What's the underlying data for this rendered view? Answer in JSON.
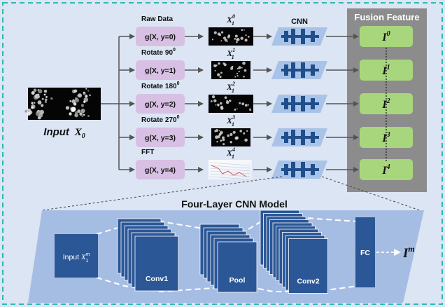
{
  "input": {
    "label_prefix": "Input",
    "symbol": "X",
    "subscript": "0"
  },
  "transforms": [
    {
      "caption": "Raw Data",
      "caption_sup": "",
      "func": "g(X, y=0)",
      "x_super": "0",
      "feature_super": "0"
    },
    {
      "caption": "Rotate 90",
      "caption_sup": "0",
      "func": "g(X, y=1)",
      "x_super": "1",
      "feature_super": "1"
    },
    {
      "caption": "Rotate 180",
      "caption_sup": "0",
      "func": "g(X, y=2)",
      "x_super": "2",
      "feature_super": "2"
    },
    {
      "caption": "Rotate 270",
      "caption_sup": "0",
      "func": "g(X, y=3)",
      "x_super": "3",
      "feature_super": "3"
    },
    {
      "caption": "FFT",
      "caption_sup": "",
      "func": "g(X, y=4)",
      "x_super": "4",
      "feature_super": "4"
    }
  ],
  "x_symbol": "X",
  "x_subscript": "1",
  "cnn_label": "CNN",
  "fusion_title": "Fusion Feature",
  "feature_symbol": "I",
  "model": {
    "title": "Four-Layer CNN Model",
    "input_prefix": "Input",
    "input_symbol": "X",
    "input_sub": "1",
    "input_sup": "m",
    "layers": [
      "Conv1",
      "Pool",
      "Conv2"
    ],
    "fc_label": "FC",
    "output_symbol": "I",
    "output_sup": "m"
  },
  "colors": {
    "background": "#dbe5f3",
    "dashed_border": "#2fb8b0",
    "func_box": "#d7c0e3",
    "cnn_shape": "#a9c3e8",
    "cnn_bars": "#1f4e8c",
    "fusion_panel": "#8c8c8c",
    "fusion_box": "#a8d67d",
    "model_panel": "#a6bde3",
    "block": "#2b5797",
    "arrow": "#555555"
  }
}
